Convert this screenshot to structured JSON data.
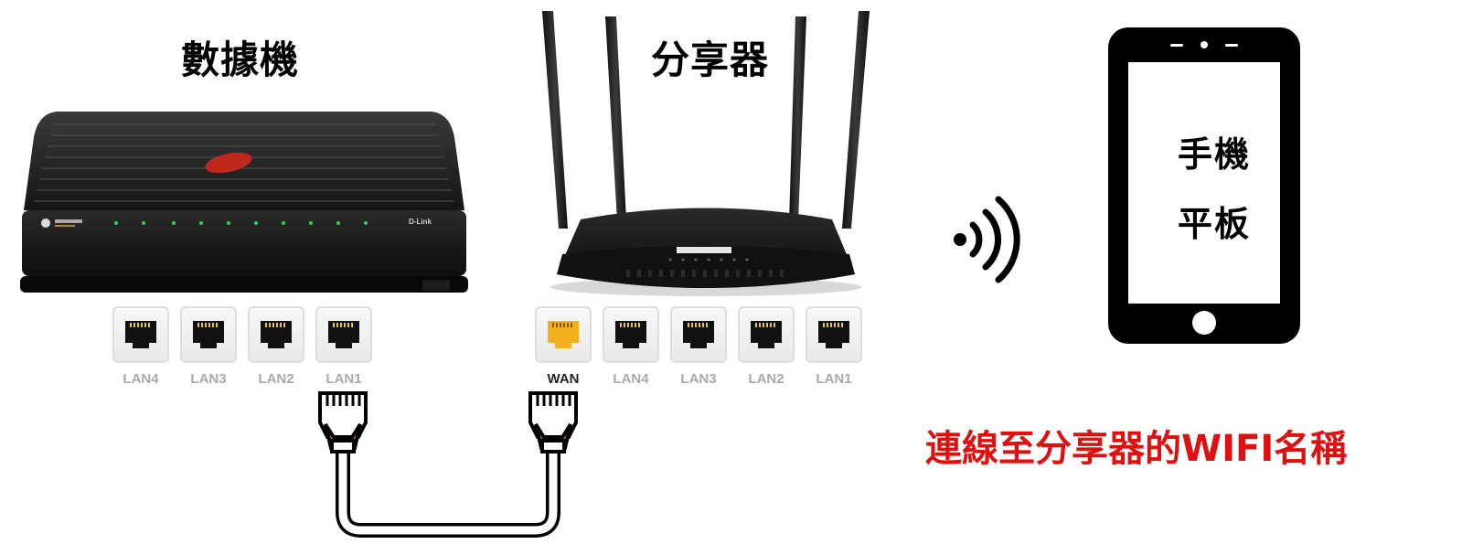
{
  "modem": {
    "title": "數據機",
    "brand_label": "D-Link",
    "ports": [
      "LAN4",
      "LAN3",
      "LAN2",
      "LAN1"
    ]
  },
  "router": {
    "title": "分享器",
    "ports": [
      {
        "label": "WAN",
        "highlight": true
      },
      {
        "label": "LAN4",
        "highlight": false
      },
      {
        "label": "LAN3",
        "highlight": false
      },
      {
        "label": "LAN2",
        "highlight": false
      },
      {
        "label": "LAN1",
        "highlight": false
      }
    ]
  },
  "phone": {
    "line1": "手機",
    "line2": "平板"
  },
  "caption": "連線至分享器的WIFI名稱",
  "colors": {
    "caption": "#e01010",
    "cable_connector": "#f07a1a",
    "wan_port": "#f2b01e"
  }
}
